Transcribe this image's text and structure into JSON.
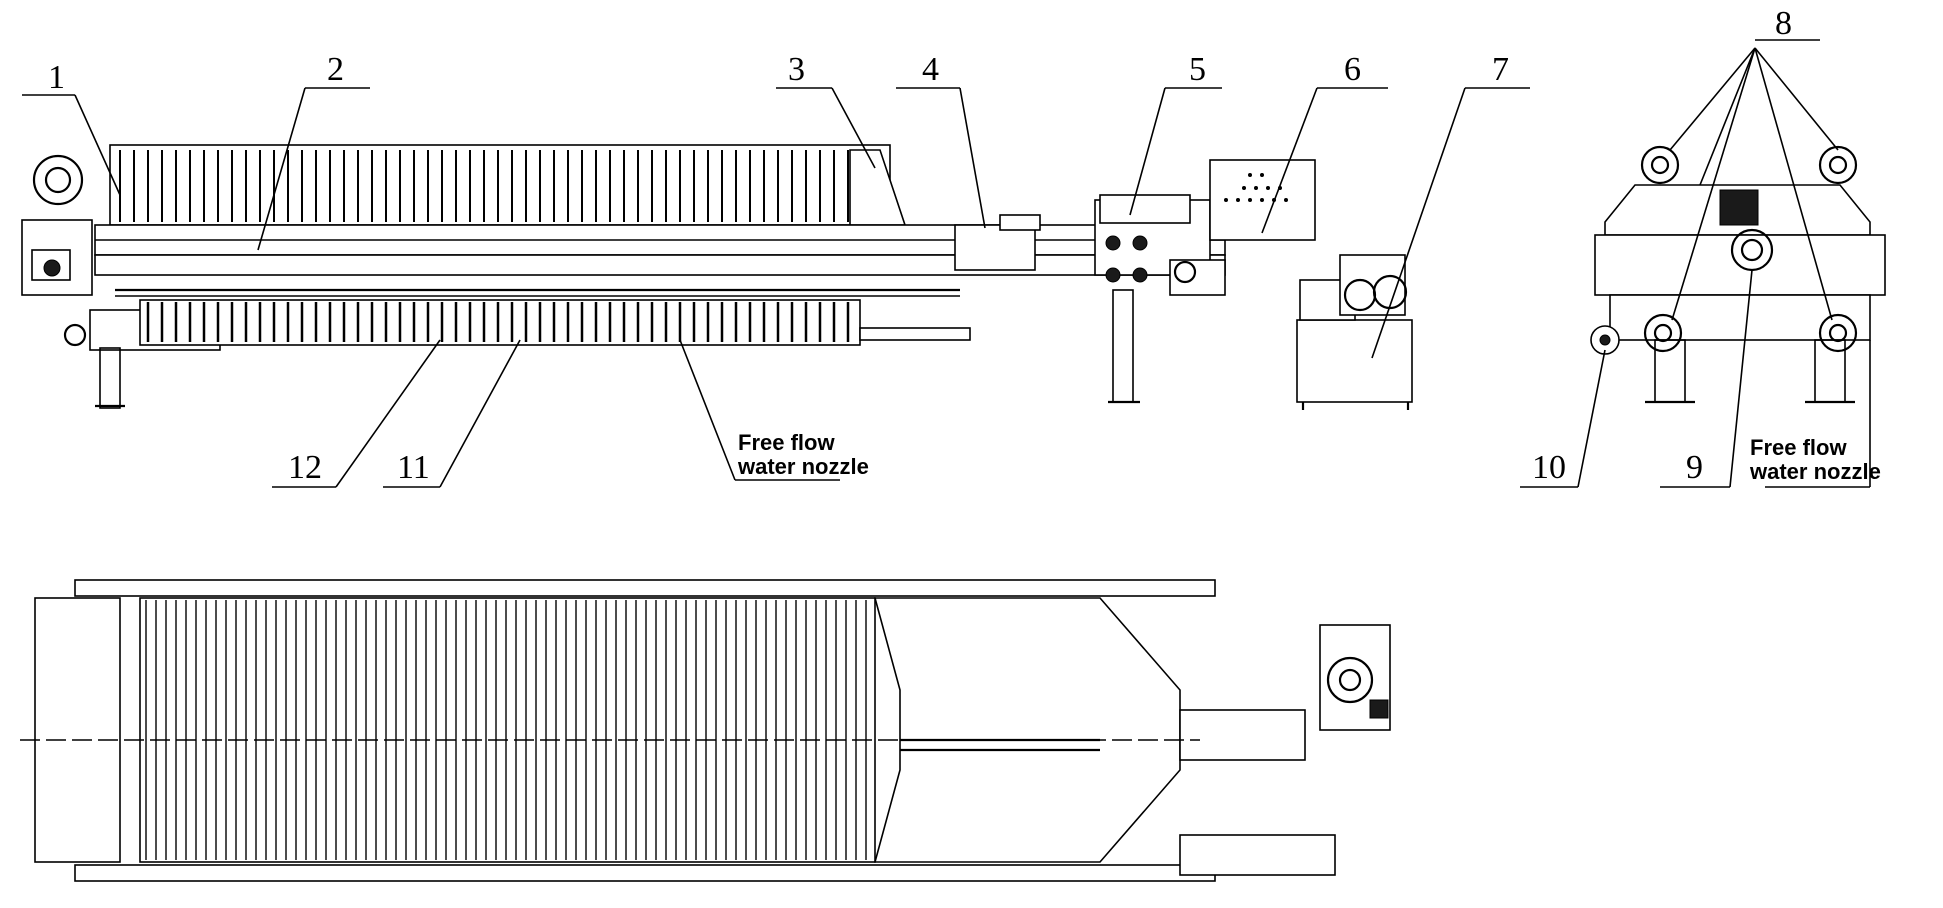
{
  "callouts": {
    "c1": "1",
    "c2": "2",
    "c3": "3",
    "c4": "4",
    "c5": "5",
    "c6": "6",
    "c7": "7",
    "c8": "8",
    "c9": "9",
    "c10": "10",
    "c11": "11",
    "c12": "12"
  },
  "labels": {
    "nozzle_front_line1": "Free flow",
    "nozzle_front_line2": "water nozzle",
    "nozzle_side_line1": "Free flow",
    "nozzle_side_line2": "water nozzle"
  }
}
